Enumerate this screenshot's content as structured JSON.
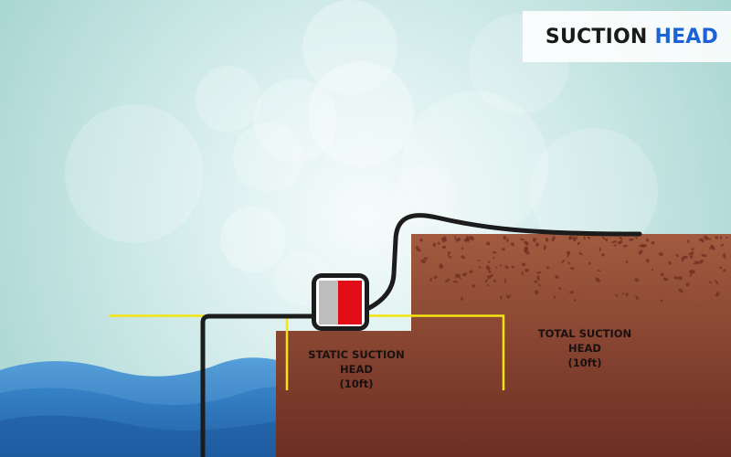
{
  "title": {
    "word1": "SUCTION",
    "word2": "HEAD"
  },
  "labels": {
    "static": {
      "line1": "STATIC SUCTION",
      "line2": "HEAD",
      "line3": "(10ft)"
    },
    "total": {
      "line1": "TOTAL SUCTION",
      "line2": "HEAD",
      "line3": "(10ft)"
    }
  },
  "colors": {
    "sky_top": "#a9d6d1",
    "sky_center": "#f2fafa",
    "water": "#2f7fc4",
    "soil_light": "#a15a3f",
    "soil_dark": "#6a2d22",
    "measure_line": "#f4e40f",
    "pipe": "#1c1c1c",
    "pump_red": "#e30d17",
    "pump_gray": "#bdbdbd",
    "title_accent": "#1b63d6"
  }
}
